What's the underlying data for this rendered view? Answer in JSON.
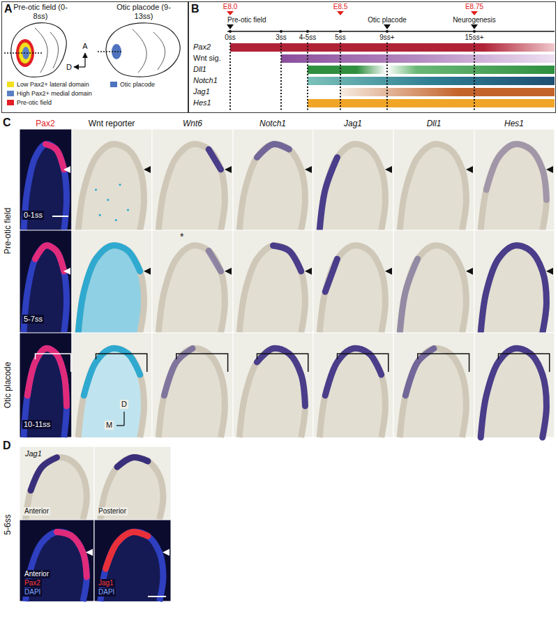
{
  "diagram": {
    "nodes": [
      {
        "text": [
          "A",
          "Pre-otic field (0-8ss)",
          "Otic placode (9-13ss)",
          "D",
          "A"
        ]
      },
      {
        "text": [
          "B",
          "E8.0",
          "E8.5",
          "E8.75",
          "Pre-otic field",
          "Otic placode",
          "Neurogenesis",
          "0ss",
          "3ss",
          "4-5ss",
          "5ss",
          "9ss+",
          "15ss+",
          "Pax2",
          "Wnt sig.",
          "Dll1",
          "Notch1",
          "Jag1",
          "Hes1"
        ]
      }
    ],
    "labels": [
      "C",
      "Pax2",
      "Wnt reporter",
      "Wnt6",
      "Notch1",
      "Jag1",
      "Dll1",
      "Hes1",
      "Pre-otic field",
      "Otic placode",
      "0-1ss",
      "5-7ss",
      "10-11ss",
      "*",
      "D",
      "M",
      "D",
      "Jag1",
      "5-6ss",
      "Anterior",
      "Posterior",
      "Anterior",
      "Pax2",
      "DAPI",
      "Jag1",
      "DAPI"
    ],
    "legend": [
      {
        "text": "Low Pax2+ lateral domain",
        "color": "#f2e01f"
      },
      {
        "text": "High Pax2+ medial domain",
        "color": "#5a7fc4"
      },
      {
        "text": "Pre-otic field",
        "color": "#e31e24"
      },
      {
        "text": "Otic placode",
        "color": "#4f74bf"
      }
    ]
  }
}
